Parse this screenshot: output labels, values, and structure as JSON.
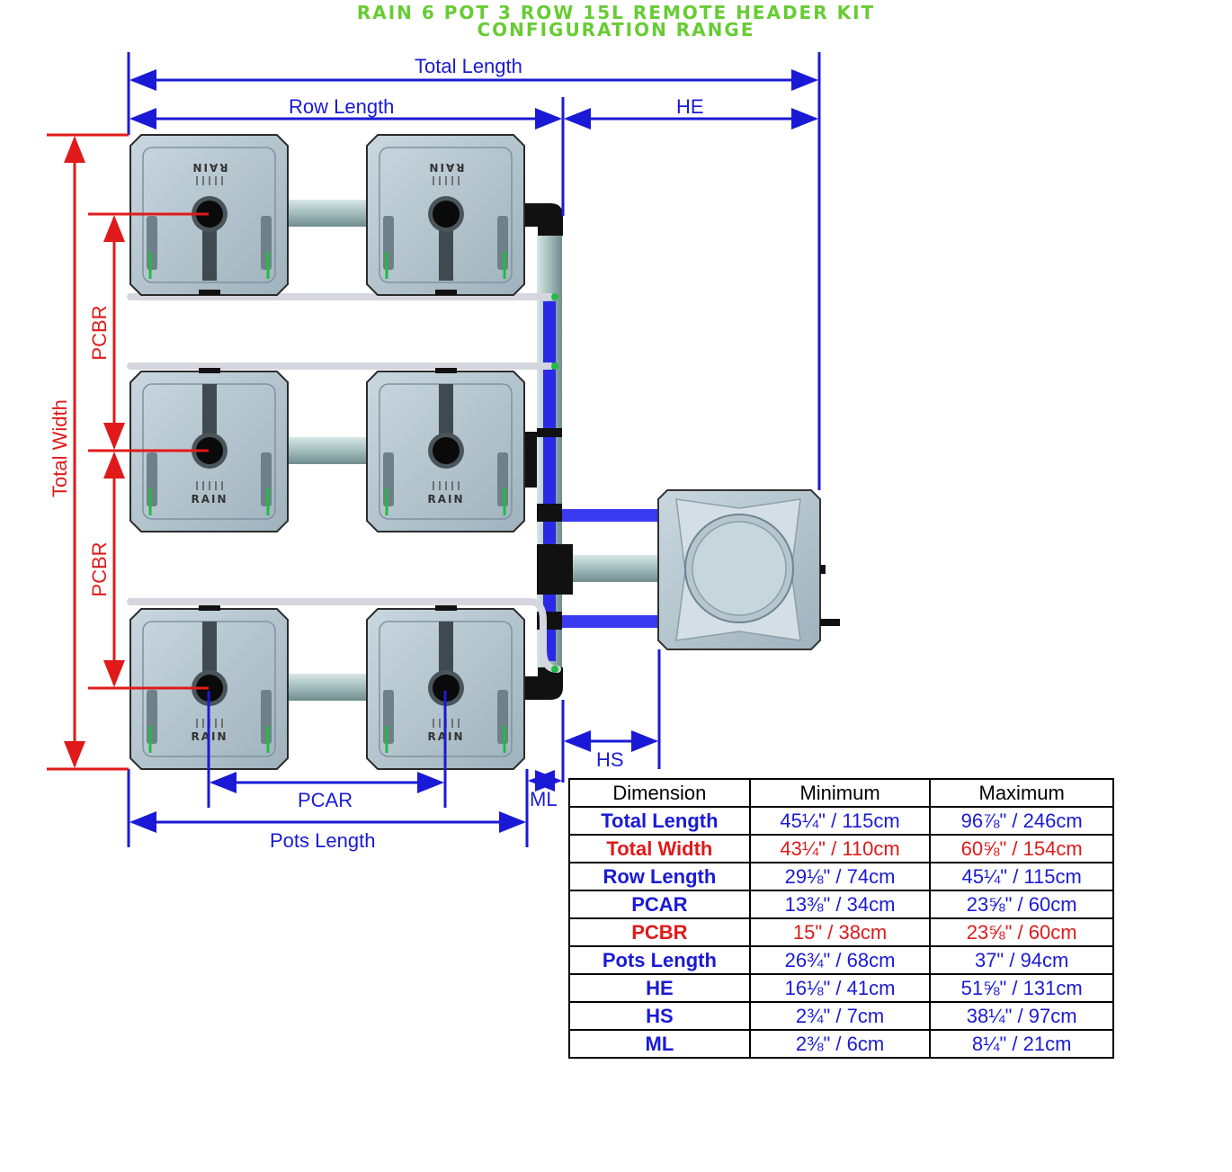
{
  "title": {
    "line1": "RAIN 6 POT 3 ROW 15L REMOTE HEADER KIT",
    "line2": "CONFIGURATION RANGE"
  },
  "colors": {
    "title": "#66cc33",
    "blue": "#1a1ad6",
    "red": "#e01a1a",
    "pot": "#b8c8d2",
    "pipe": "#9cb4b4"
  },
  "labels": {
    "total_length": "Total Length",
    "row_length": "Row Length",
    "he": "HE",
    "total_width": "Total Width",
    "pcbr_top": "PCBR",
    "pcbr_bottom": "PCBR",
    "hs": "HS",
    "ml": "ML",
    "pcar": "PCAR",
    "pots_length": "Pots Length"
  },
  "pot_brand": "RAIN",
  "table": {
    "headers": [
      "Dimension",
      "Minimum",
      "Maximum"
    ],
    "rows": [
      {
        "name": "Total Length",
        "min": "45¼\" / 115cm",
        "max": "96⅞\" / 246cm",
        "color": "blue"
      },
      {
        "name": "Total Width",
        "min": "43¼\" / 110cm",
        "max": "60⅝\" / 154cm",
        "color": "red"
      },
      {
        "name": "Row Length",
        "min": "29⅛\" / 74cm",
        "max": "45¼\" / 115cm",
        "color": "blue"
      },
      {
        "name": "PCAR",
        "min": "13⅜\" / 34cm",
        "max": "23⅝\" / 60cm",
        "color": "blue"
      },
      {
        "name": "PCBR",
        "min": "15\" / 38cm",
        "max": "23⅝\" / 60cm",
        "color": "red"
      },
      {
        "name": "Pots Length",
        "min": "26¾\" / 68cm",
        "max": "37\" / 94cm",
        "color": "blue"
      },
      {
        "name": "HE",
        "min": "16⅛\" / 41cm",
        "max": "51⅝\" / 131cm",
        "color": "blue"
      },
      {
        "name": "HS",
        "min": "2¾\" / 7cm",
        "max": "38¼\" / 97cm",
        "color": "blue"
      },
      {
        "name": "ML",
        "min": "2⅜\" / 6cm",
        "max": "8¼\" / 21cm",
        "color": "blue"
      }
    ]
  }
}
